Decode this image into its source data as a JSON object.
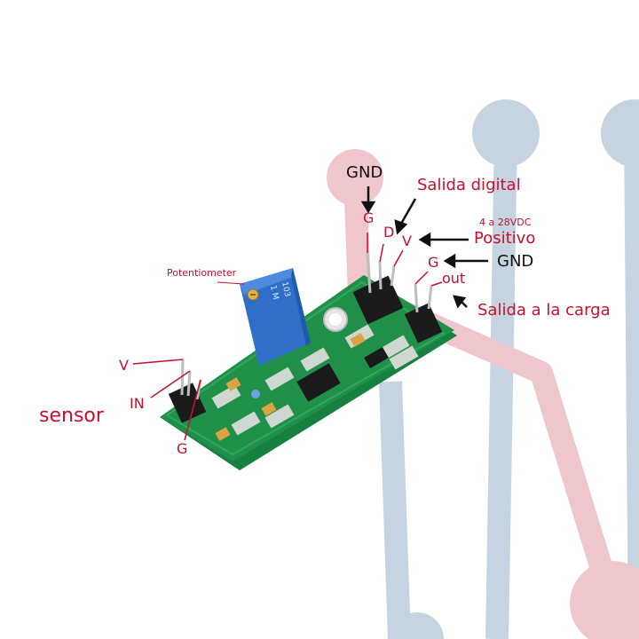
{
  "labels": {
    "gnd_top": "GND",
    "salida_digital": "Salida digital",
    "pin_g_top": "G",
    "pin_d": "D",
    "pin_v_top": "V",
    "voltage_range": "4 a 28VDC",
    "positivo": "Positivo",
    "pin_g_right": "G",
    "gnd_right": "GND",
    "pin_out": "out",
    "salida_carga": "Salida a la carga",
    "potentiometer": "Potentiometer",
    "pot_marking_1": "103",
    "pot_marking_2": "1 M",
    "sensor_v": "V",
    "sensor_in": "IN",
    "sensor_g": "G",
    "sensor": "sensor"
  },
  "colors": {
    "label_red": "#c8102e",
    "label_black": "#111111",
    "bg_red": "#efc6cc",
    "bg_blue": "#c6d3e0",
    "pcb_green": "#1f8f4a",
    "pcb_edge": "#2fa85c",
    "pot_blue": "#2f6fc9",
    "pin_header": "#1a1a1a"
  }
}
